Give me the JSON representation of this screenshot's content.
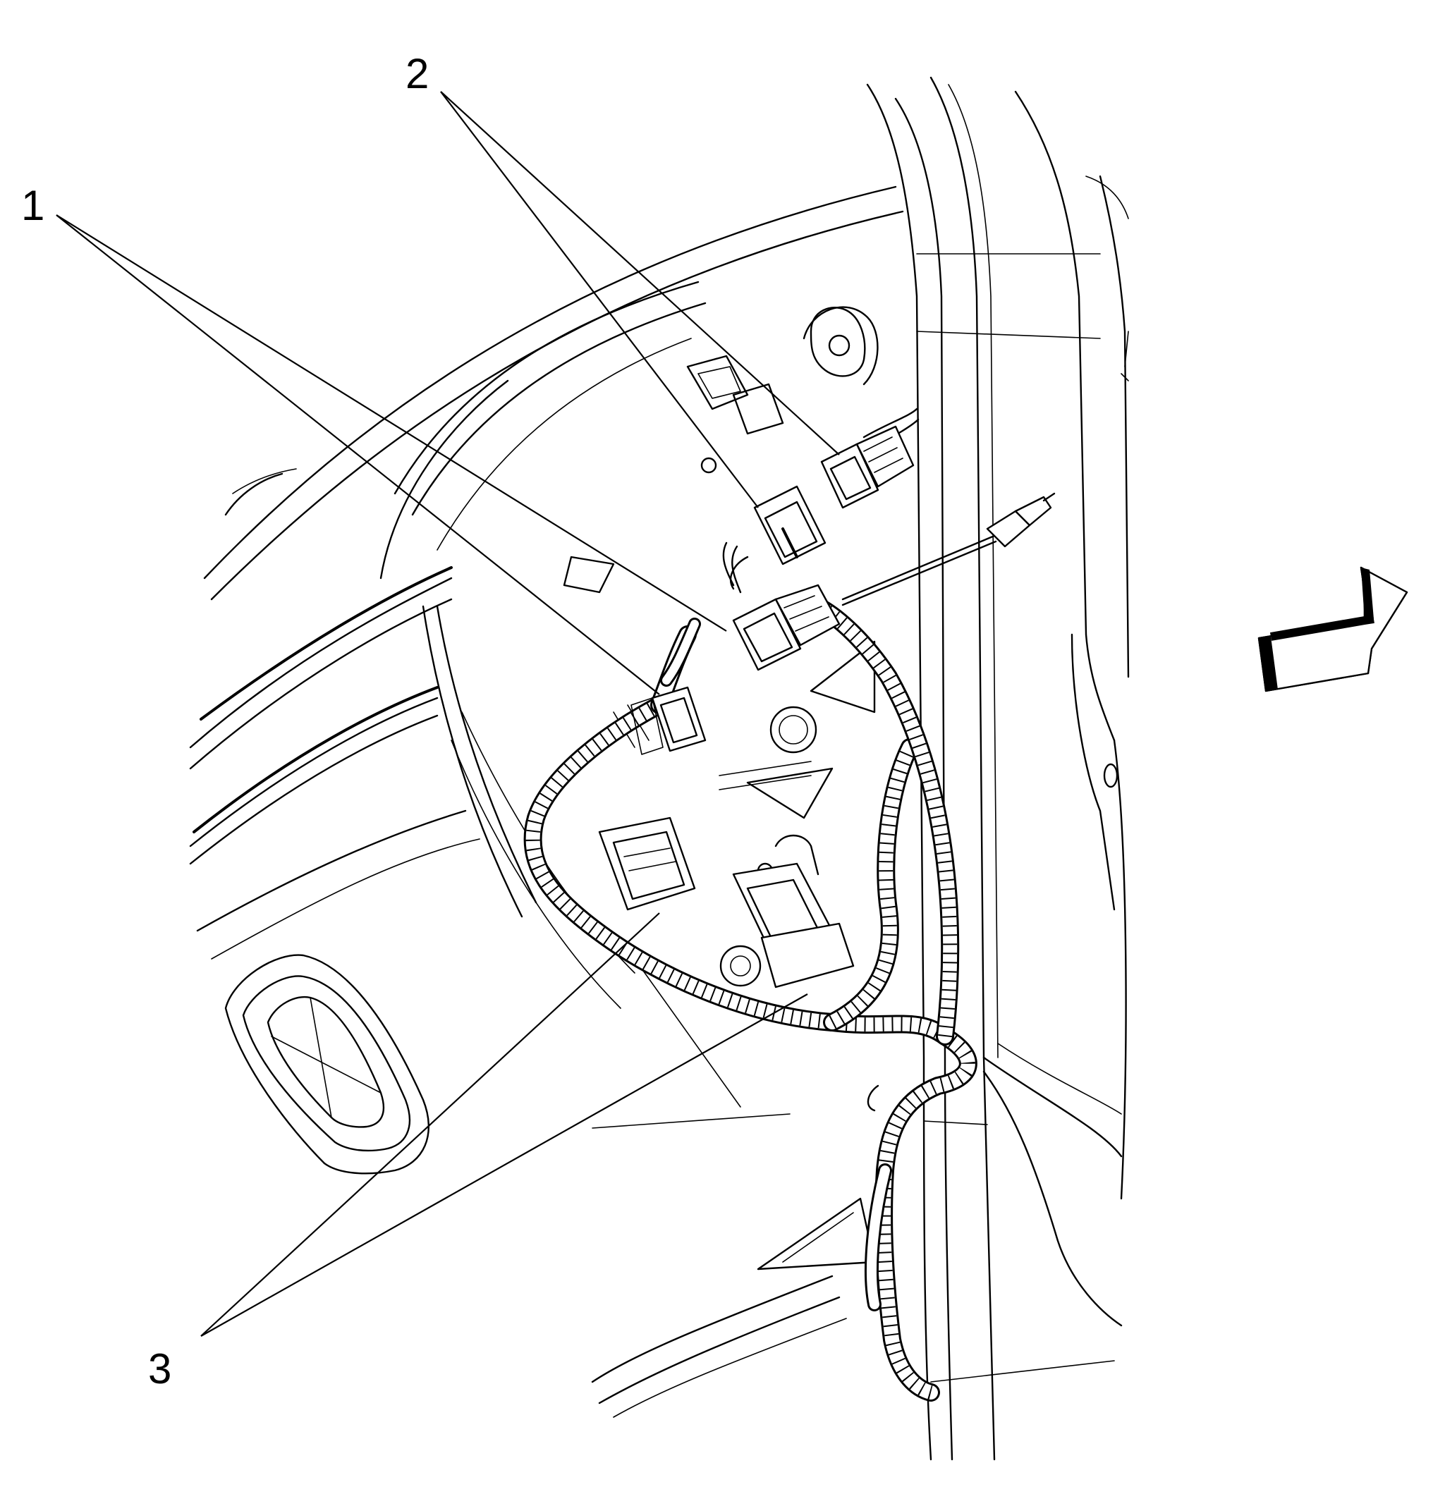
{
  "callouts": [
    {
      "id": "1",
      "label": "1"
    },
    {
      "id": "2",
      "label": "2"
    },
    {
      "id": "3",
      "label": "3"
    }
  ],
  "icons": {
    "view_direction": "view-direction-arrow-icon"
  }
}
